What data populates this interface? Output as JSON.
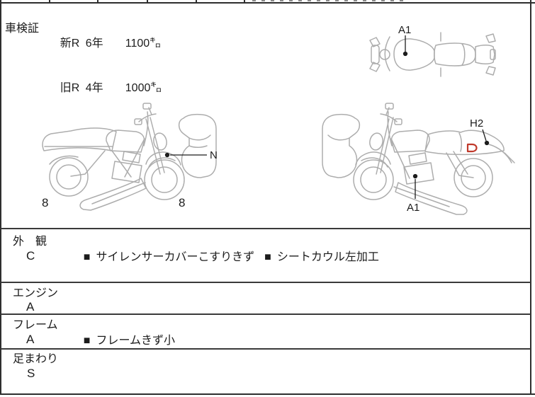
{
  "colors": {
    "marker_red": "#c0392b",
    "line_gray": "#adadad",
    "border_dark": "#2e2e2e",
    "text": "#1c1c1c"
  },
  "shaken": {
    "label": "車検証",
    "rows": [
      {
        "era": "新R",
        "year": "6年",
        "distance": "1100㌔"
      },
      {
        "era": "旧R",
        "year": "4年",
        "distance": "1000㌔"
      }
    ]
  },
  "diagram": {
    "labels": {
      "top_a1": "A1",
      "n": "N",
      "left_8": "8",
      "right_8": "8",
      "h2": "H2",
      "engine_a1": "A1"
    }
  },
  "condition": {
    "bullet": "■",
    "rows": [
      {
        "label": "外　観",
        "grade": "C",
        "notes": [
          "サイレンサーカバーこすりきず",
          "シートカウル左加工"
        ]
      },
      {
        "label": "エンジン",
        "grade": "A",
        "notes": []
      },
      {
        "label": "フレーム",
        "grade": "A",
        "notes": [
          "フレームきず小"
        ]
      },
      {
        "label": "足まわり",
        "grade": "S",
        "notes": []
      }
    ]
  }
}
